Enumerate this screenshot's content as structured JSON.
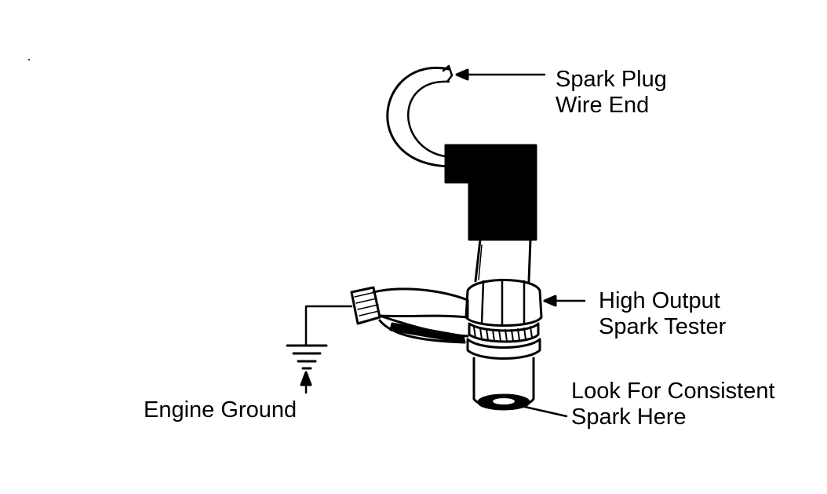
{
  "labels": {
    "spark_plug_wire_end": {
      "line1": "Spark Plug",
      "line2": "Wire End"
    },
    "high_output_spark_tester": {
      "line1": "High Output",
      "line2": "Spark Tester"
    },
    "look_for_consistent_spark": {
      "line1": "Look For Consistent",
      "line2": "Spark Here"
    },
    "engine_ground": "Engine Ground"
  },
  "colors": {
    "ink": "#000000",
    "paper": "#ffffff"
  }
}
